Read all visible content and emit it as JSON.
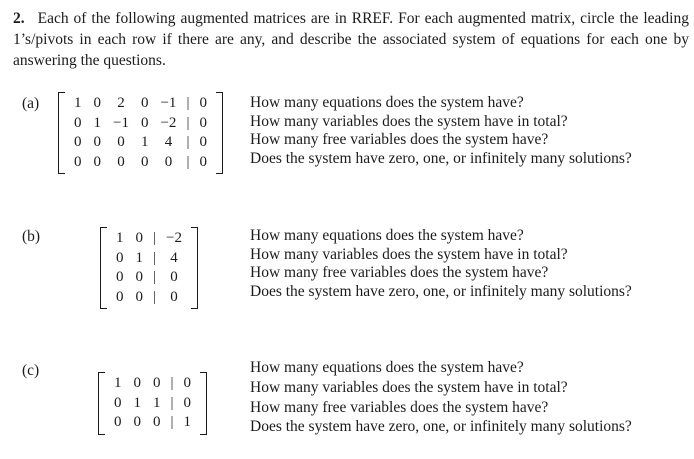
{
  "page": {
    "problem_number": "2.",
    "problem_text": "Each of the following augmented matrices are in RREF. For each augmented matrix, circle the leading 1’s/pivots in each row if there are any, and describe the associated system of equations for each one by answering the questions."
  },
  "questions": [
    "How many equations does the system have?",
    "How many variables does the system have in total?",
    "How many free variables does the system have?",
    "Does the system have zero, one, or infinitely many solutions?"
  ],
  "matrix_separator_glyph": "|",
  "parts": [
    {
      "label": "(a)",
      "matrix": {
        "rows": [
          {
            "coefficients": [
              "1",
              "0",
              "2",
              "0",
              "−1"
            ],
            "augmented": "0"
          },
          {
            "coefficients": [
              "0",
              "1",
              "−1",
              "0",
              "−2"
            ],
            "augmented": "0"
          },
          {
            "coefficients": [
              "0",
              "0",
              "0",
              "1",
              "4"
            ],
            "augmented": "0"
          },
          {
            "coefficients": [
              "0",
              "0",
              "0",
              "0",
              "0"
            ],
            "augmented": "0"
          }
        ]
      }
    },
    {
      "label": "(b)",
      "matrix": {
        "rows": [
          {
            "coefficients": [
              "1",
              "0"
            ],
            "augmented": "−2"
          },
          {
            "coefficients": [
              "0",
              "1"
            ],
            "augmented": "4"
          },
          {
            "coefficients": [
              "0",
              "0"
            ],
            "augmented": "0"
          },
          {
            "coefficients": [
              "0",
              "0"
            ],
            "augmented": "0"
          }
        ]
      }
    },
    {
      "label": "(c)",
      "matrix": {
        "rows": [
          {
            "coefficients": [
              "1",
              "0",
              "0"
            ],
            "augmented": "0"
          },
          {
            "coefficients": [
              "0",
              "1",
              "1"
            ],
            "augmented": "0"
          },
          {
            "coefficients": [
              "0",
              "0",
              "0"
            ],
            "augmented": "1"
          }
        ]
      }
    }
  ]
}
